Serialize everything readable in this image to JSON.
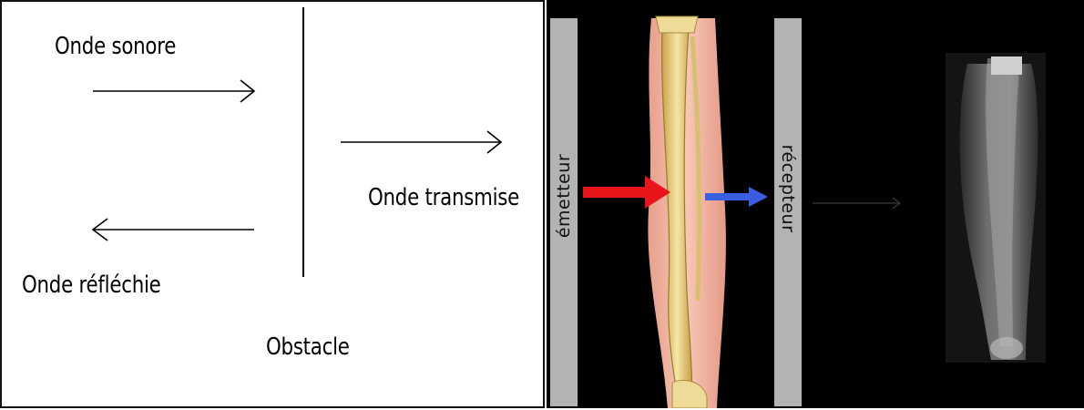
{
  "left": {
    "label_sound_wave": "Onde sonore",
    "label_transmitted": "Onde transmise",
    "label_reflected": "Onde réfléchie",
    "label_obstacle": "Obstacle"
  },
  "right": {
    "label_emitter": "émetteur",
    "label_receiver": "récepteur"
  },
  "colors": {
    "incident_arrow": "#e8151b",
    "transmitted_arrow": "#3a5ee0",
    "device_plate": "#b3b3b3"
  }
}
